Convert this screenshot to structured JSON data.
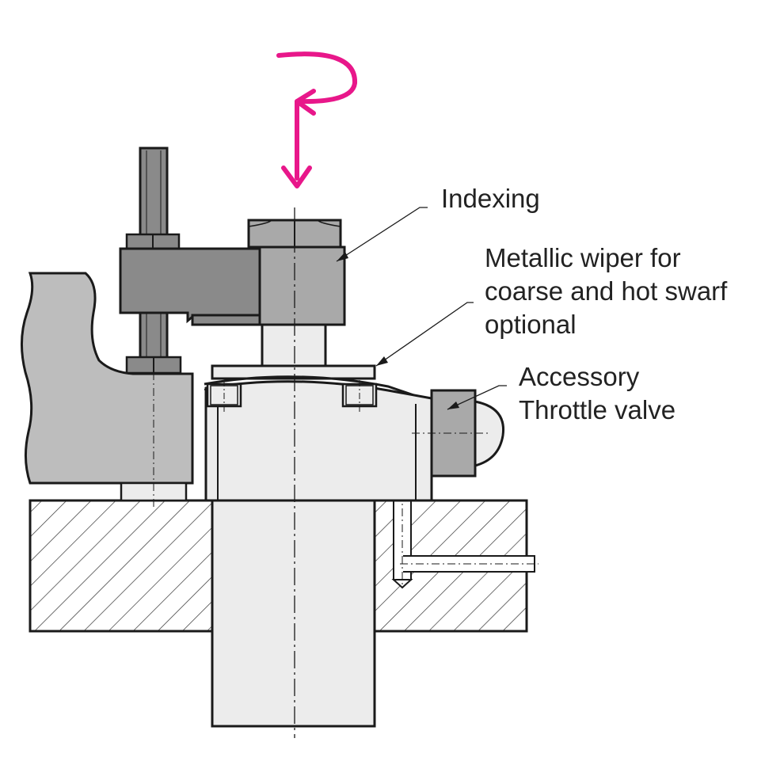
{
  "labels": {
    "indexing": "Indexing",
    "wiper": [
      "Metallic wiper for",
      "coarse and hot swarf",
      "optional"
    ],
    "valve": [
      "Accessory",
      "Throttle valve"
    ]
  },
  "colors": {
    "outline": "#1a1a1a",
    "dark_part": "#8a8a8a",
    "medium_part": "#a9a9a9",
    "light_part": "#ececec",
    "work_piece": "#bdbdbd",
    "accent_arrow": "#e8178a"
  },
  "icons": {
    "rotation_arrow": "clockwise-rotation-arrow-icon"
  }
}
